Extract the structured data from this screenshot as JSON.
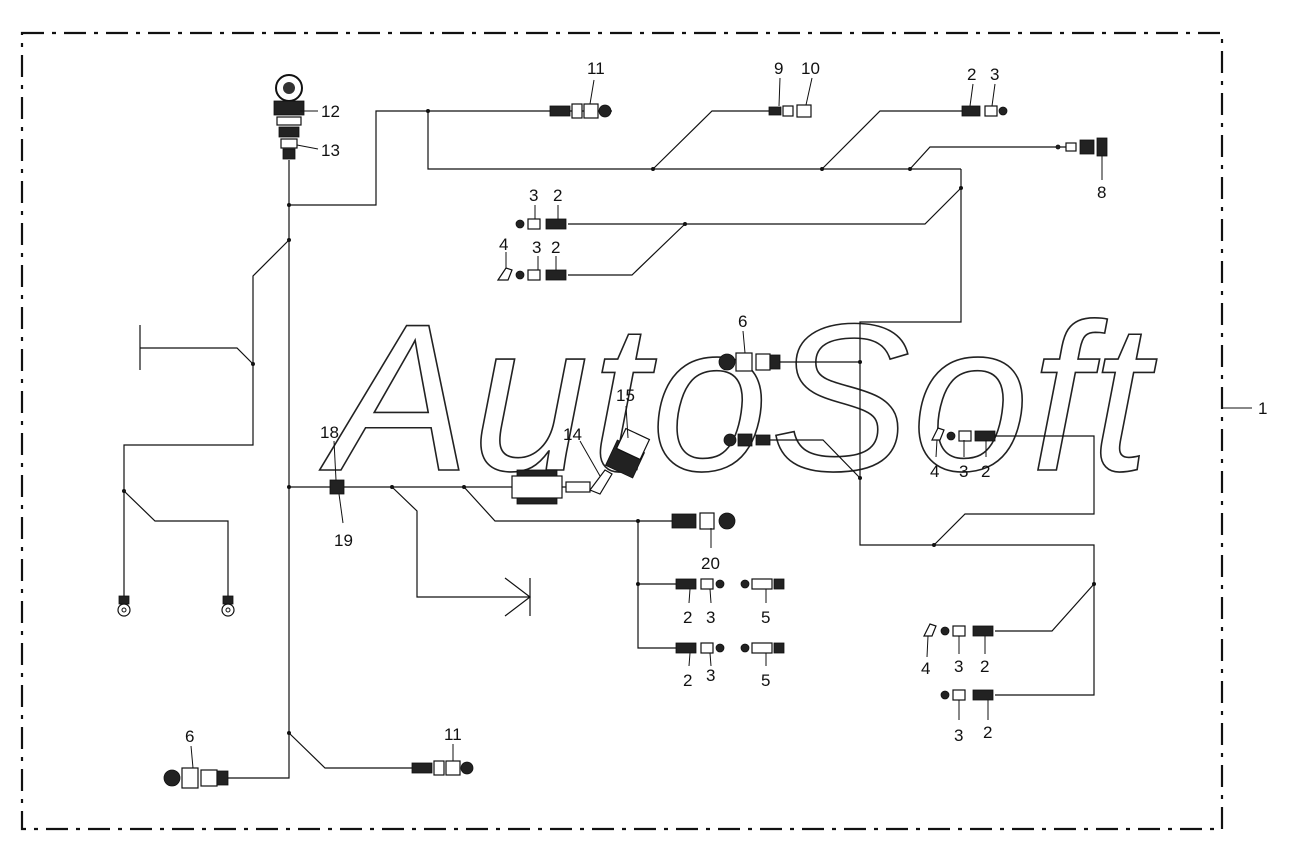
{
  "watermark": "AutoSoft",
  "callouts": {
    "c1": "1",
    "c2a": "2",
    "c3a": "3",
    "c8": "8",
    "c9": "9",
    "c10": "10",
    "c11a": "11",
    "c11b": "11",
    "c12": "12",
    "c13": "13",
    "c3b": "3",
    "c2b": "2",
    "c4c": "4",
    "c3c": "3",
    "c2c": "2",
    "c6a": "6",
    "c6b": "6",
    "c15": "15",
    "c14": "14",
    "c18": "18",
    "c19": "19",
    "c20": "20",
    "c4d": "4",
    "c3d": "3",
    "c2d": "2",
    "c2e": "2",
    "c3e": "3",
    "c5e": "5",
    "c2f": "2",
    "c3f": "3",
    "c5f": "5",
    "c4g": "4",
    "c3g": "3",
    "c2g": "2",
    "c3h": "3",
    "c2h": "2"
  }
}
